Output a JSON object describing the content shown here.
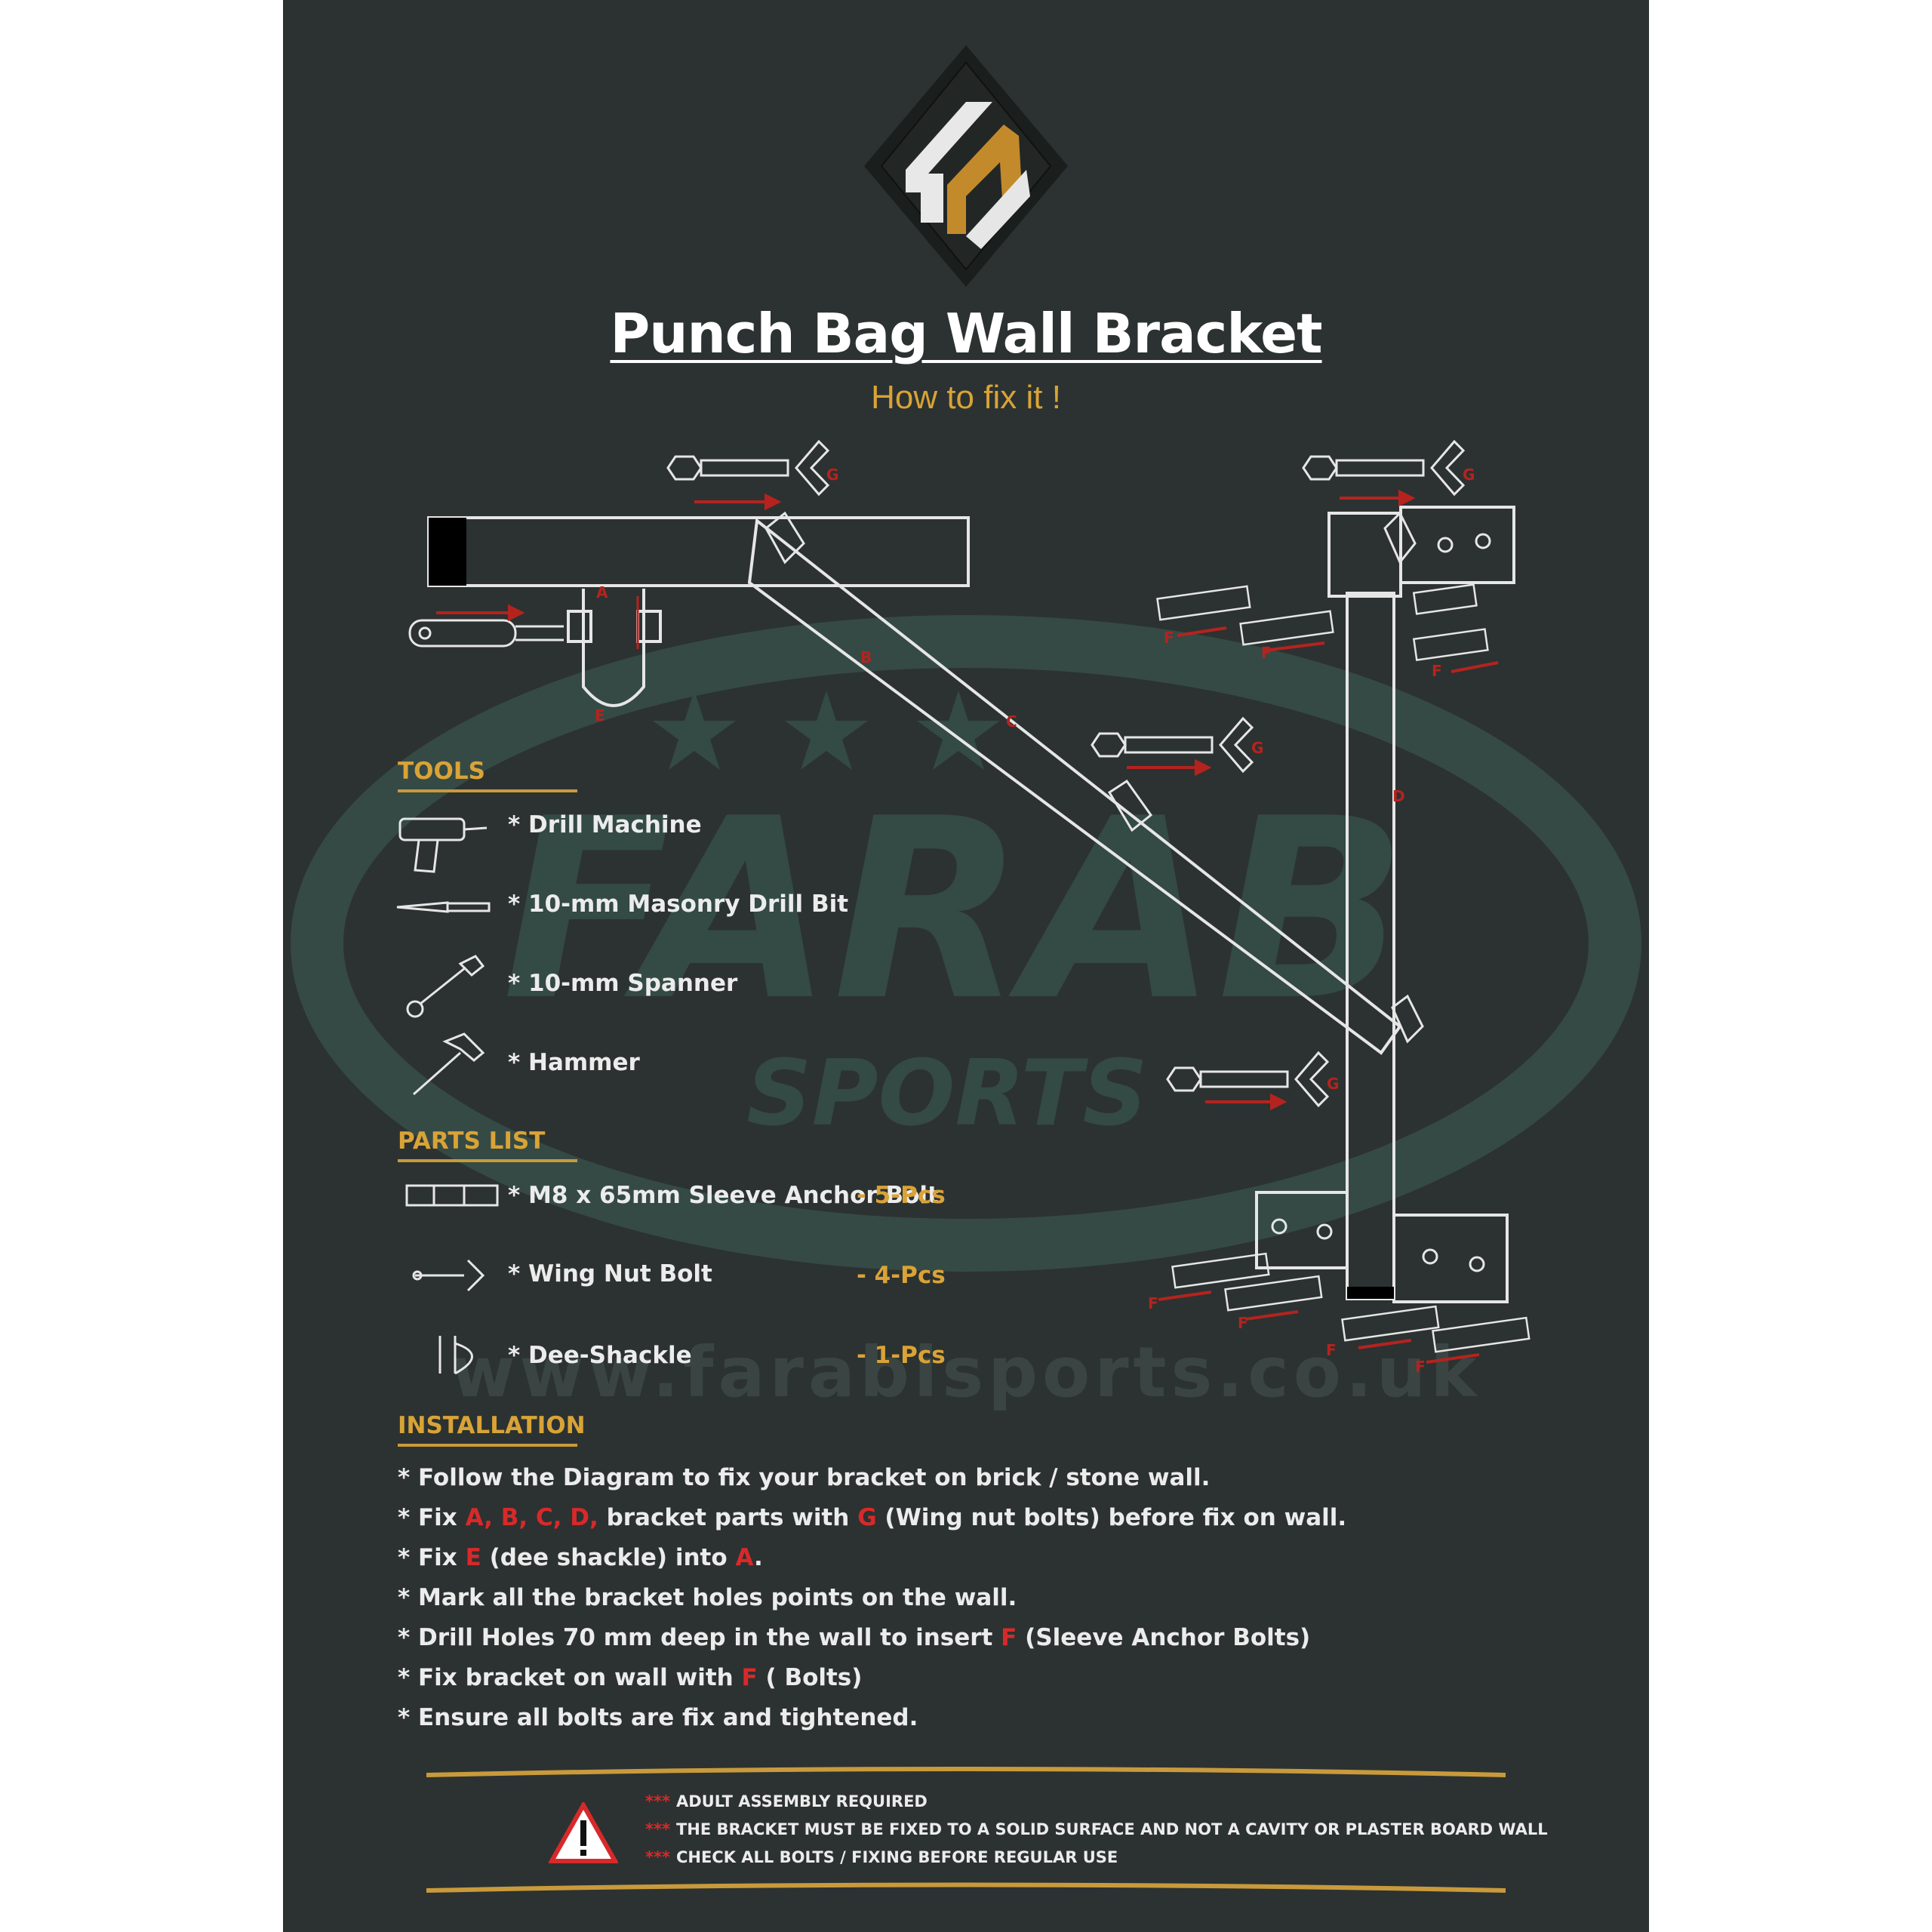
{
  "title": "Punch Bag Wall Bracket",
  "subtitle": "How to fix it !",
  "watermark": {
    "brand": "FARAB",
    "sub": "SPORTS",
    "url": "www.farabisports.co.uk"
  },
  "diagram": {
    "labels": {
      "A": "A",
      "B": "B",
      "C": "C",
      "D": "D",
      "E": "E",
      "F": "F",
      "G": "G"
    }
  },
  "tools": {
    "heading": "TOOLS",
    "items": [
      {
        "icon": "drill-icon",
        "label": "* Drill Machine"
      },
      {
        "icon": "drill-bit-icon",
        "label": "* 10-mm Masonry Drill Bit"
      },
      {
        "icon": "spanner-icon",
        "label": "* 10-mm Spanner"
      },
      {
        "icon": "hammer-icon",
        "label": "* Hammer"
      }
    ]
  },
  "parts": {
    "heading": "PARTS LIST",
    "items": [
      {
        "icon": "anchor-bolt-icon",
        "label": "* M8 x 65mm Sleeve Anchor Bolt",
        "qty": "- 5-Pcs"
      },
      {
        "icon": "wing-nut-bolt-icon",
        "label": "* Wing Nut Bolt",
        "qty": "- 4-Pcs"
      },
      {
        "icon": "dee-shackle-icon",
        "label": "* Dee-Shackle",
        "qty": "- 1-Pcs"
      }
    ]
  },
  "installation": {
    "heading": "INSTALLATION",
    "steps": [
      {
        "parts": [
          {
            "t": "* Follow the Diagram to fix your bracket on brick / stone wall."
          }
        ]
      },
      {
        "parts": [
          {
            "t": "* Fix "
          },
          {
            "t": "A, B, C, D,",
            "red": true
          },
          {
            "t": " bracket parts  with "
          },
          {
            "t": "G",
            "red": true
          },
          {
            "t": " (Wing nut bolts) before fix on wall."
          }
        ]
      },
      {
        "parts": [
          {
            "t": "* Fix "
          },
          {
            "t": "E",
            "red": true
          },
          {
            "t": " (dee shackle) into "
          },
          {
            "t": "A",
            "red": true
          },
          {
            "t": "."
          }
        ]
      },
      {
        "parts": [
          {
            "t": "* Mark all the bracket holes points on the wall."
          }
        ]
      },
      {
        "parts": [
          {
            "t": "* Drill Holes 70 mm deep in the wall to insert "
          },
          {
            "t": "F",
            "red": true
          },
          {
            "t": " (Sleeve Anchor Bolts)"
          }
        ]
      },
      {
        "parts": [
          {
            "t": "* Fix bracket on wall with "
          },
          {
            "t": "F",
            "red": true
          },
          {
            "t": " ( Bolts)"
          }
        ]
      },
      {
        "parts": [
          {
            "t": "* Ensure all bolts are fix and tightened."
          }
        ]
      }
    ]
  },
  "warnings": {
    "stars": "***",
    "icon": "warning-triangle-icon",
    "lines": [
      "ADULT ASSEMBLY REQUIRED",
      "THE BRACKET MUST BE FIXED TO A SOLID SURFACE AND NOT A CAVITY OR PLASTER BOARD WALL",
      "CHECK ALL BOLTS / FIXING BEFORE REGULAR USE"
    ]
  },
  "colors": {
    "background": "#2c3231",
    "accent": "#d9a336",
    "red": "#d8292a",
    "line": "#e6e6e6"
  }
}
